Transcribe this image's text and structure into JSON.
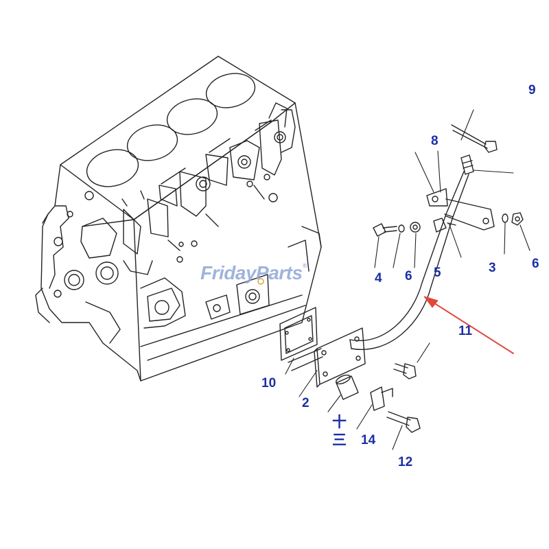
{
  "watermark": {
    "text": "FridayParts",
    "symbol": "®"
  },
  "callouts": {
    "c9": "9",
    "c8": "8",
    "c4": "4",
    "c6a": "6",
    "c5": "5",
    "c3": "3",
    "c6b": "6",
    "c11": "11",
    "c10": "10",
    "c2": "2",
    "c14": "14",
    "c12": "12",
    "c13": "十\n三"
  },
  "colors": {
    "line": "#222222",
    "callout": "#1b2fa3",
    "arrow": "#e0483c",
    "watermark": "#8fa7d6"
  }
}
